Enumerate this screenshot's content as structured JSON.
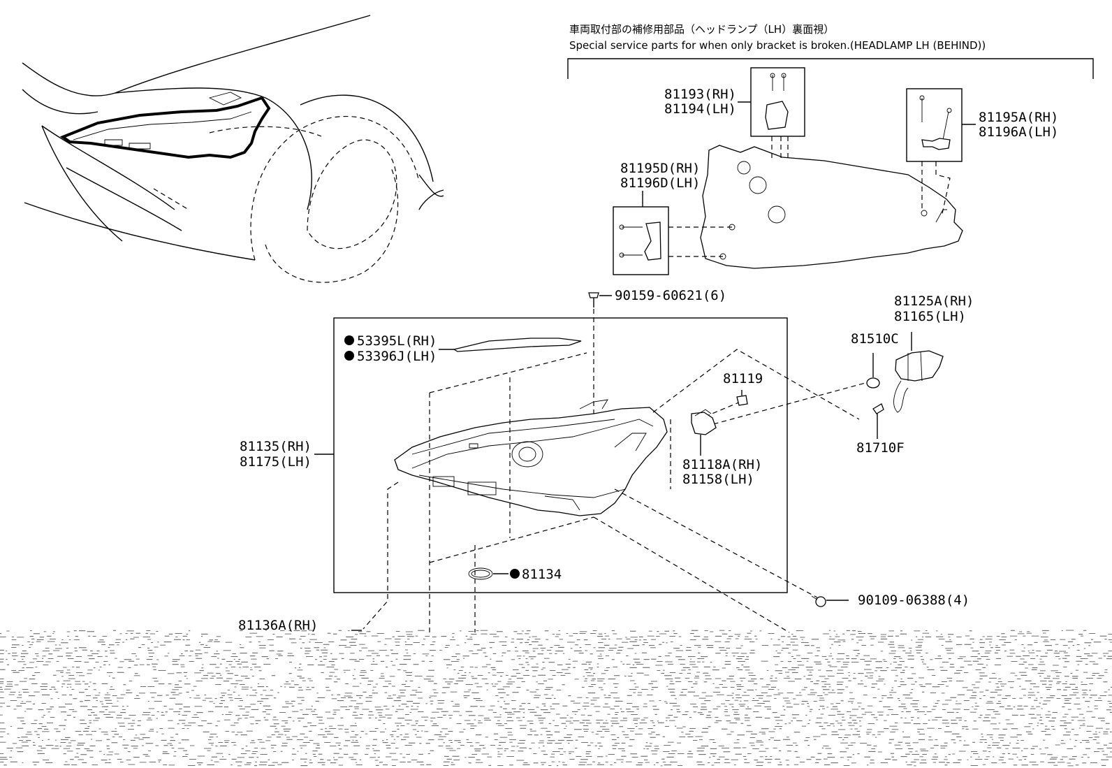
{
  "header": {
    "title_jp": "車両取付部の補修用部品（ヘッドランプ（LH）裏面視）",
    "title_en": "Special service parts for when only bracket is broken.(HEADLAMP LH (BEHIND))"
  },
  "labels": {
    "p81193": "81193(RH)",
    "p81194": "81194(LH)",
    "p81195A": "81195A(RH)",
    "p81196A": "81196A(LH)",
    "p81195D": "81195D(RH)",
    "p81196D": "81196D(LH)",
    "p90159": "90159-60621(6)",
    "p81125A": "81125A(RH)",
    "p81165": "81165(LH)",
    "p81510C": "81510C",
    "p53395L": "53395L(RH)",
    "p53396J": "53396J(LH)",
    "p81119": "81119",
    "p81135": "81135(RH)",
    "p81175": "81175(LH)",
    "p81118A": "81118A(RH)",
    "p81158": "81158(LH)",
    "p81710F": "81710F",
    "p81134": "81134",
    "p90109": "90109-06388(4)",
    "p81136A": "81136A(RH)"
  },
  "colors": {
    "line": "#000000",
    "background": "#ffffff"
  }
}
